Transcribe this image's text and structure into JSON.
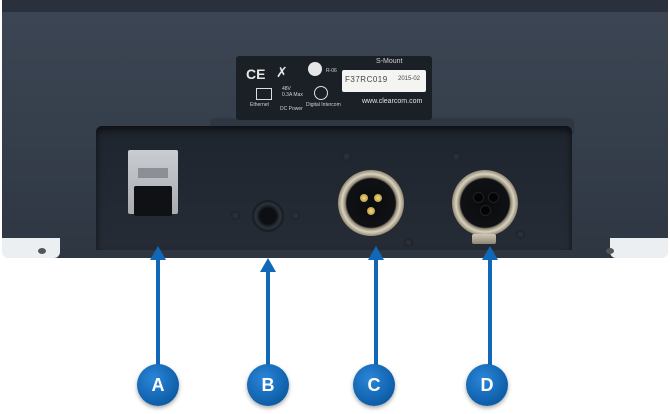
{
  "label_plate": {
    "ce_mark": "CE",
    "model": "S-Mount",
    "reg_mark": "R-06",
    "serial": "F37RC019",
    "date": "2015-02",
    "website": "www.clearcom.com",
    "ethernet_label": "Ethernet",
    "power_rating": "48V\n0.3A Max",
    "dc_power_label": "DC Power",
    "intercom_label": "Digital Intercom"
  },
  "callouts": [
    {
      "letter": "A",
      "target": "ethernet-port"
    },
    {
      "letter": "B",
      "target": "dc-power-connector"
    },
    {
      "letter": "C",
      "target": "xlr-male-connector"
    },
    {
      "letter": "D",
      "target": "xlr-female-connector"
    }
  ],
  "colors": {
    "callout_blue": "#1168b8",
    "device_body": "#3a4350",
    "background": "#ffffff"
  }
}
